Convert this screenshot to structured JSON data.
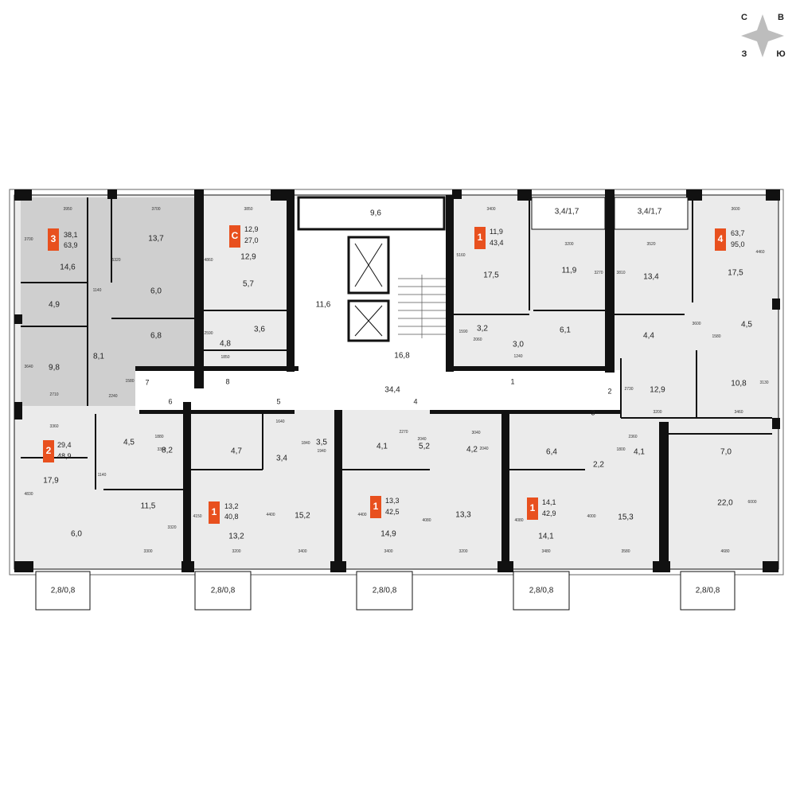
{
  "colors": {
    "accent": "#e8501e",
    "room_fill": "#e6e6e6",
    "room_fill_dark": "#cfcfcf",
    "corridor_fill": "#ffffff",
    "wall": "#111111"
  },
  "compass": {
    "letters": [
      "С",
      "В",
      "Ю",
      "З"
    ]
  },
  "apartments": [
    {
      "id": "apt-3",
      "rooms": "3",
      "living": "38,1",
      "total": "63,9"
    },
    {
      "id": "apt-studio",
      "rooms": "С",
      "living": "12,9",
      "total": "27,0"
    },
    {
      "id": "apt-1a",
      "rooms": "1",
      "living": "11,9",
      "total": "43,4"
    },
    {
      "id": "apt-4",
      "rooms": "4",
      "living": "63,7",
      "total": "95,0"
    },
    {
      "id": "apt-2",
      "rooms": "2",
      "living": "29,4",
      "total": "48,9"
    },
    {
      "id": "apt-1b",
      "rooms": "1",
      "living": "13,2",
      "total": "40,8"
    },
    {
      "id": "apt-1c",
      "rooms": "1",
      "living": "13,3",
      "total": "42,5"
    },
    {
      "id": "apt-1d",
      "rooms": "1",
      "living": "14,1",
      "total": "42,9"
    }
  ],
  "rooms": [
    "14,6",
    "13,7",
    "4,9",
    "6,0",
    "6,8",
    "8,1",
    "9,8",
    "12,9",
    "5,7",
    "3,6",
    "4,8",
    "9,6",
    "11,6",
    "16,8",
    "17,5",
    "11,9",
    "3,2",
    "6,1",
    "3,0",
    "3,4/1,7",
    "3,4/1,7",
    "13,4",
    "17,5",
    "4,4",
    "4,5",
    "12,9",
    "10,8",
    "34,4",
    "4,5",
    "8,2",
    "17,9",
    "11,5",
    "6,0",
    "4,7",
    "3,5",
    "3,4",
    "15,2",
    "13,2",
    "4,1",
    "5,2",
    "4,2",
    "14,9",
    "13,3",
    "6,4",
    "2,2",
    "4,1",
    "14,1",
    "15,3",
    "7,0",
    "22,0"
  ],
  "balconies": [
    "2,8/0,8",
    "2,8/0,8",
    "2,8/0,8",
    "2,8/0,8",
    "2,8/0,8"
  ],
  "doors": [
    "1",
    "2",
    "3",
    "4",
    "5",
    "6",
    "7",
    "8"
  ],
  "dimensions": [
    "3950",
    "3700",
    "3850",
    "3400",
    "3200",
    "3520",
    "3600",
    "3700",
    "5320",
    "4860",
    "5160",
    "3270",
    "3810",
    "4460",
    "1140",
    "2590",
    "1850",
    "1590",
    "2060",
    "1240",
    "3600",
    "1580",
    "3640",
    "2710",
    "2240",
    "1580",
    "2730",
    "3200",
    "3460",
    "3130",
    "3360",
    "1880",
    "3360",
    "1140",
    "4830",
    "3300",
    "3320",
    "1640",
    "1840",
    "1940",
    "2270",
    "2040",
    "3040",
    "2040",
    "2360",
    "1800",
    "4150",
    "3200",
    "4400",
    "3400",
    "4400",
    "3400",
    "3200",
    "4080",
    "4080",
    "3480",
    "4000",
    "3580",
    "4680",
    "6000"
  ]
}
